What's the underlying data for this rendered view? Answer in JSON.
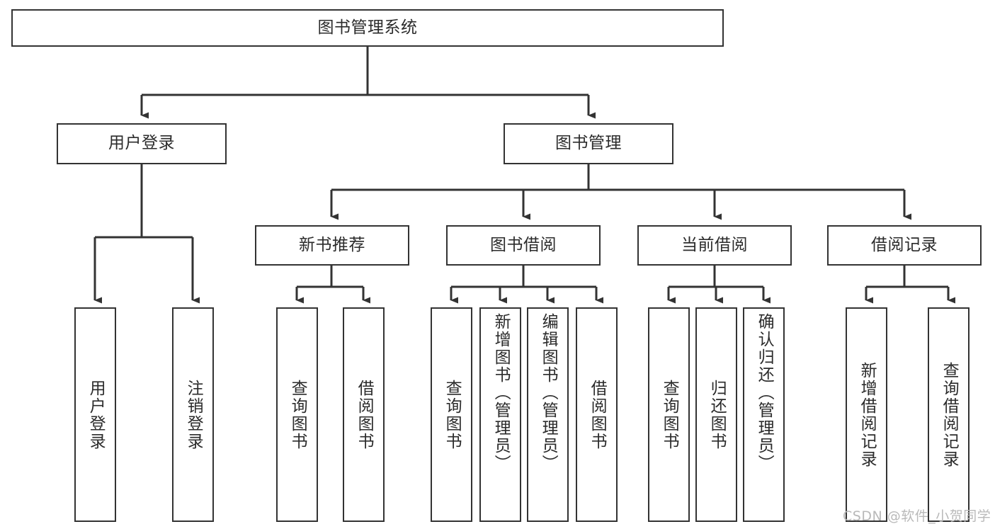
{
  "title": "图书管理系统",
  "watermark": "CSDN @软件_小贺同学",
  "colors": {
    "stroke": "#333333",
    "text": "#2b2b2b",
    "background": "#ffffff",
    "watermark": "#b9b9b9"
  },
  "chart_data": {
    "type": "diagram",
    "diagram_type": "tree",
    "title": "图书管理系统",
    "orientation": "top-down",
    "levels": 4,
    "nodes": [
      {
        "id": "root",
        "label": "图书管理系统",
        "level": 0,
        "parent": null
      },
      {
        "id": "login",
        "label": "用户登录",
        "level": 1,
        "parent": "root"
      },
      {
        "id": "bookmgmt",
        "label": "图书管理",
        "level": 1,
        "parent": "root"
      },
      {
        "id": "login-user",
        "label": "用户登录",
        "level": 2,
        "parent": "login"
      },
      {
        "id": "login-logout",
        "label": "注销登录",
        "level": 2,
        "parent": "login"
      },
      {
        "id": "newbook",
        "label": "新书推荐",
        "level": 2,
        "parent": "bookmgmt"
      },
      {
        "id": "borrow",
        "label": "图书借阅",
        "level": 2,
        "parent": "bookmgmt"
      },
      {
        "id": "current",
        "label": "当前借阅",
        "level": 2,
        "parent": "bookmgmt"
      },
      {
        "id": "records",
        "label": "借阅记录",
        "level": 2,
        "parent": "bookmgmt"
      },
      {
        "id": "newbook-query",
        "label": "查询图书",
        "level": 3,
        "parent": "newbook"
      },
      {
        "id": "newbook-borrow",
        "label": "借阅图书",
        "level": 3,
        "parent": "newbook"
      },
      {
        "id": "borrow-query",
        "label": "查询图书",
        "level": 3,
        "parent": "borrow"
      },
      {
        "id": "borrow-add",
        "label": "新增图书（管理员）",
        "level": 3,
        "parent": "borrow"
      },
      {
        "id": "borrow-edit",
        "label": "编辑图书（管理员）",
        "level": 3,
        "parent": "borrow"
      },
      {
        "id": "borrow-lend",
        "label": "借阅图书",
        "level": 3,
        "parent": "borrow"
      },
      {
        "id": "current-query",
        "label": "查询图书",
        "level": 3,
        "parent": "current"
      },
      {
        "id": "current-return",
        "label": "归还图书",
        "level": 3,
        "parent": "current"
      },
      {
        "id": "current-confirm",
        "label": "确认归还（管理员）",
        "level": 3,
        "parent": "current"
      },
      {
        "id": "records-add",
        "label": "新增借阅记录",
        "level": 3,
        "parent": "records"
      },
      {
        "id": "records-query",
        "label": "查询借阅记录",
        "level": 3,
        "parent": "records"
      }
    ],
    "edges": [
      {
        "from": "root",
        "to": "login"
      },
      {
        "from": "root",
        "to": "bookmgmt"
      },
      {
        "from": "login",
        "to": "login-user"
      },
      {
        "from": "login",
        "to": "login-logout"
      },
      {
        "from": "bookmgmt",
        "to": "newbook"
      },
      {
        "from": "bookmgmt",
        "to": "borrow"
      },
      {
        "from": "bookmgmt",
        "to": "current"
      },
      {
        "from": "bookmgmt",
        "to": "records"
      },
      {
        "from": "newbook",
        "to": "newbook-query"
      },
      {
        "from": "newbook",
        "to": "newbook-borrow"
      },
      {
        "from": "borrow",
        "to": "borrow-query"
      },
      {
        "from": "borrow",
        "to": "borrow-add"
      },
      {
        "from": "borrow",
        "to": "borrow-edit"
      },
      {
        "from": "borrow",
        "to": "borrow-lend"
      },
      {
        "from": "current",
        "to": "current-query"
      },
      {
        "from": "current",
        "to": "current-return"
      },
      {
        "from": "current",
        "to": "current-confirm"
      },
      {
        "from": "records",
        "to": "records-add"
      },
      {
        "from": "records",
        "to": "records-query"
      }
    ]
  }
}
